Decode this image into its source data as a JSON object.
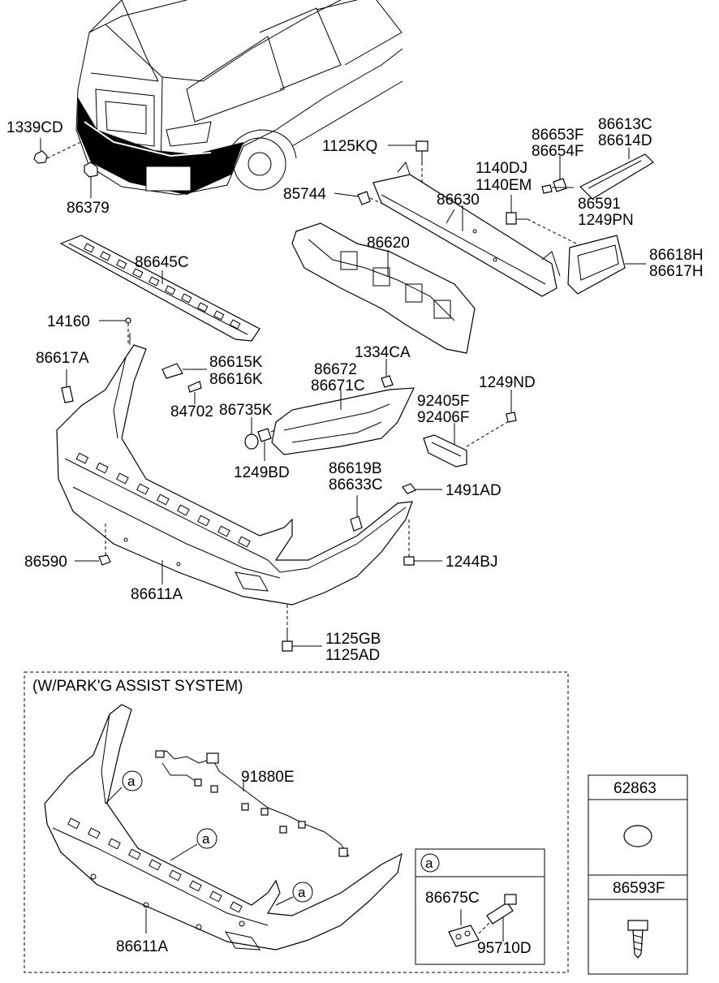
{
  "parts": {
    "p1339CD": "1339CD",
    "p86379": "86379",
    "p1125KQ": "1125KQ",
    "p86653F": "86653F",
    "p86654F": "86654F",
    "p86613C": "86613C",
    "p86614D": "86614D",
    "p1140DJ": "1140DJ",
    "p1140EM": "1140EM",
    "p85744": "85744",
    "p86630": "86630",
    "p86591": "86591",
    "p1249PN": "1249PN",
    "p86620": "86620",
    "p86618H": "86618H",
    "p86617H": "86617H",
    "p86645C": "86645C",
    "p14160": "14160",
    "p86617A": "86617A",
    "p86615K": "86615K",
    "p86616K": "86616K",
    "p1334CA": "1334CA",
    "p86672": "86672",
    "p86671C": "86671C",
    "p1249ND": "1249ND",
    "p84702": "84702",
    "p86735K": "86735K",
    "p92405F": "92405F",
    "p92406F": "92406F",
    "p1249BD": "1249BD",
    "p86619B": "86619B",
    "p86633C": "86633C",
    "p1491AD": "1491AD",
    "p86590": "86590",
    "p1244BJ": "1244BJ",
    "p86611A": "86611A",
    "p1125GB": "1125GB",
    "p1125AD": "1125AD"
  },
  "park_assist": {
    "title": "(W/PARK'G ASSIST SYSTEM)",
    "p91880E": "91880E",
    "callout": "a",
    "p86611A": "86611A",
    "detail": {
      "callout": "a",
      "p86675C": "86675C",
      "p95710D": "95710D"
    }
  },
  "side_box": {
    "p62863": "62863",
    "p86593F": "86593F"
  }
}
